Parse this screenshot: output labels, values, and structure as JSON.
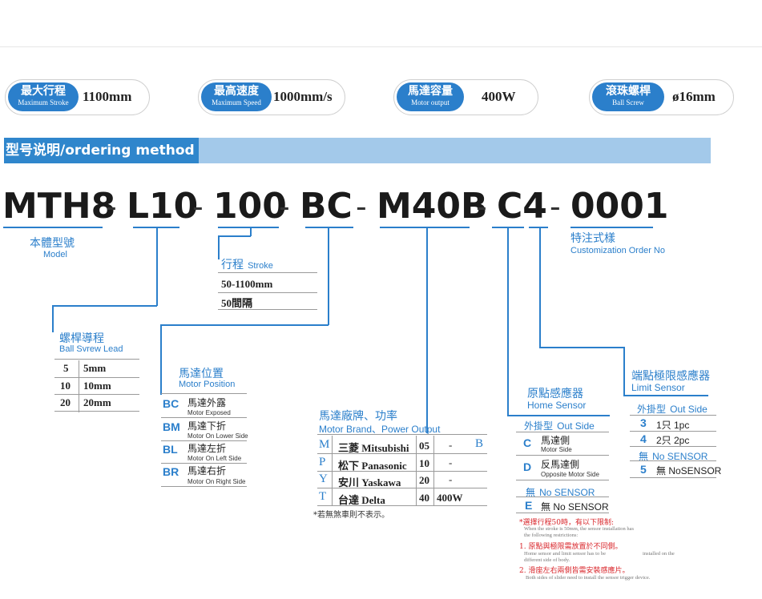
{
  "specs": [
    {
      "cn": "最大行程",
      "en": "Maximum Stroke",
      "value": "1100mm"
    },
    {
      "cn": "最高速度",
      "en": "Maximum Speed",
      "value": "1000mm/s"
    },
    {
      "cn": "馬達容量",
      "en": "Motor output",
      "value": "400W"
    },
    {
      "cn": "滾珠螺桿",
      "en": "Ball Screw",
      "value": "ø16mm"
    }
  ],
  "section": {
    "cn": "型号说明",
    "en": "/ordering method"
  },
  "code": {
    "parts": [
      "MTH8",
      "L10",
      "100",
      "BC",
      "M40B",
      "C4",
      "0001"
    ],
    "dash": "-"
  },
  "model": {
    "cn": "本體型號",
    "en": "Model"
  },
  "stroke": {
    "cn": "行程",
    "en": "Stroke",
    "rows": [
      "50-1100mm",
      "50間隔"
    ]
  },
  "lead": {
    "cn": "螺桿導程",
    "en": "Ball Svrew Lead",
    "rows": [
      [
        "5",
        "5mm"
      ],
      [
        "10",
        "10mm"
      ],
      [
        "20",
        "20mm"
      ]
    ]
  },
  "position": {
    "cn": "馬達位置",
    "en": "Motor Position",
    "rows": [
      {
        "code": "BC",
        "cn": "馬達外露",
        "en": "Motor Exposed"
      },
      {
        "code": "BM",
        "cn": "馬達下折",
        "en": "Motor On Lower Side"
      },
      {
        "code": "BL",
        "cn": "馬達左折",
        "en": "Motor On Left Side"
      },
      {
        "code": "BR",
        "cn": "馬達右折",
        "en": "Motor On Right Side"
      }
    ]
  },
  "brand": {
    "cn": "馬達廠牌、功率",
    "en": "Motor Brand、Power Output",
    "rows": [
      {
        "code": "M",
        "name": "三菱 Mitsubishi",
        "p1": "05",
        "p2": "-",
        "p3": "B"
      },
      {
        "code": "P",
        "name": "松下 Panasonic",
        "p1": "10",
        "p2": "-",
        "p3": ""
      },
      {
        "code": "Y",
        "name": "安川 Yaskawa",
        "p1": "20",
        "p2": "-",
        "p3": ""
      },
      {
        "code": "T",
        "name": "台達 Delta",
        "p1": "40",
        "p2": "400W",
        "p3": ""
      }
    ],
    "note": "*若無煞車則不表示。"
  },
  "home": {
    "cn": "原點感應器",
    "en": "Home Sensor",
    "out_side": {
      "cn": "外掛型",
      "en": "Out Side"
    },
    "rows": [
      {
        "code": "C",
        "cn": "馬達側",
        "en": "Motor Side"
      },
      {
        "code": "D",
        "cn": "反馬達側",
        "en": "Opposite Motor Side"
      }
    ],
    "none_label": {
      "cn": "無",
      "en": "No SENSOR"
    },
    "none_row": {
      "code": "E",
      "text": "無 No SENSOR"
    }
  },
  "notes": {
    "n0_cn": "*選擇行程50時，有以下限制:",
    "n0_en": "When the stroke is 50mm, the sensor installation has",
    "n0_en2": "the following restrictions:",
    "n1_cn": "1. 原點與極限需放置於不同側。",
    "n1_en": "Home sensor and limit sensor has to be",
    "n1_en_b": "installed on the",
    "n1_en2": "different side of body.",
    "n2_cn": "2. 滑座左右兩側皆需安裝感應片。",
    "n2_en": "Both sides of slider need to install the sensor trigger device."
  },
  "limit": {
    "cn": "端點極限感應器",
    "en": "Limit Sensor",
    "out_side": {
      "cn": "外掛型",
      "en": "Out Side"
    },
    "rows": [
      {
        "code": "3",
        "text": "1只 1pc"
      },
      {
        "code": "4",
        "text": "2只 2pc"
      }
    ],
    "none_label": {
      "cn": "無",
      "en": "No SENSOR"
    },
    "none_row": {
      "code": "5",
      "text": "無 NoSENSOR"
    }
  },
  "custom": {
    "cn": "特注式樣",
    "en": "Customization Order No"
  },
  "colors": {
    "accent": "#2b7fcb",
    "bar_light": "#a3c9ea",
    "bar_dark": "#2f86cc",
    "note_red": "#d9262b"
  }
}
